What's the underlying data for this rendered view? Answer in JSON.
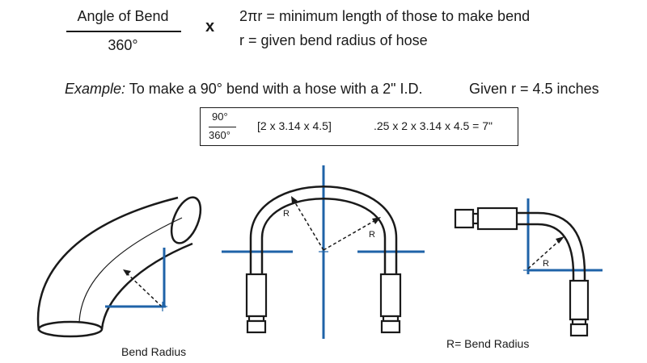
{
  "formula": {
    "numerator": "Angle of Bend",
    "denominator": "360°",
    "operator": "x",
    "line1": "2πr = minimum length of those to make bend",
    "line2": "r = given bend radius of hose"
  },
  "example": {
    "prefix": "Example:",
    "text": " To make a 90° bend with a hose with a 2\" I.D.",
    "given": "Given r = 4.5 inches",
    "calc_numerator": "90°",
    "calc_denominator": "360°",
    "calc_step": "[2 x 3.14 x 4.5]",
    "calc_result": ".25 x 2 x 3.14 x 4.5 = 7\""
  },
  "figures": {
    "radius_label": "R",
    "caption_left": "Bend Radius",
    "caption_right": "R= Bend Radius"
  },
  "colors": {
    "guide_lines": "#1f63a8",
    "ink": "#1a1a1a"
  }
}
